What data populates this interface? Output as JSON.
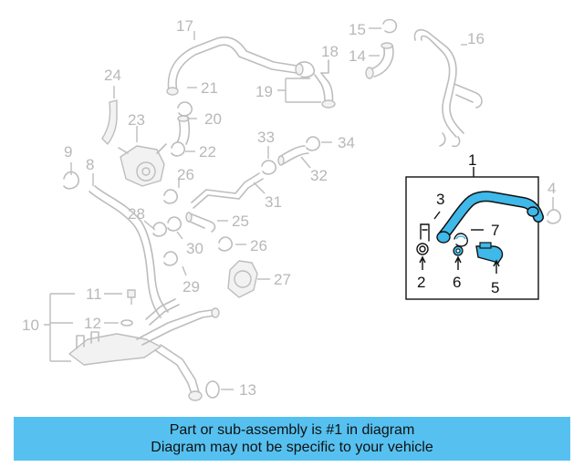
{
  "callouts": {
    "n1": "1",
    "n2": "2",
    "n3": "3",
    "n4": "4",
    "n5": "5",
    "n6": "6",
    "n7": "7",
    "n8": "8",
    "n9": "9",
    "n10": "10",
    "n11": "11",
    "n12": "12",
    "n13": "13",
    "n14": "14",
    "n15": "15",
    "n16": "16",
    "n17": "17",
    "n18": "18",
    "n19": "19",
    "n20": "20",
    "n21": "21",
    "n22": "22",
    "n23": "23",
    "n24": "24",
    "n25": "25",
    "n26a": "26",
    "n26b": "26",
    "n27": "27",
    "n28": "28",
    "n29": "29",
    "n30": "30",
    "n31": "31",
    "n32": "32",
    "n33": "33",
    "n34": "34"
  },
  "colors": {
    "highlight": "#3fb8ea",
    "banner": "#56c1f0",
    "ghost": "#bdbdbd"
  },
  "banner": {
    "line1": "Part or sub-assembly is #1 in diagram",
    "line2": "Diagram may not be specific to your vehicle"
  }
}
